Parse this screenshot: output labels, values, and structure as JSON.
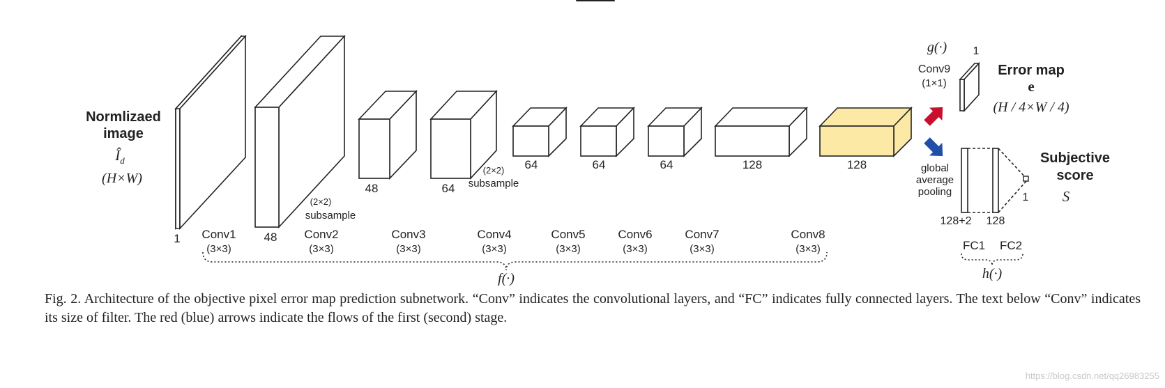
{
  "input": {
    "title_line1": "Normlizaed",
    "title_line2": "image",
    "symbol": "Î",
    "symbol_sub": "d",
    "size": "(H×W)",
    "depth": "1"
  },
  "layers": [
    {
      "id": "conv1",
      "name": "Conv1",
      "filter": "(3×3)",
      "depth": ""
    },
    {
      "id": "conv2",
      "name": "Conv2",
      "filter": "(3×3)",
      "depth": "48",
      "note_size": "(2×2)",
      "note_text": "subsample"
    },
    {
      "id": "conv3",
      "name": "Conv3",
      "filter": "(3×3)",
      "depth": "48"
    },
    {
      "id": "conv4",
      "name": "Conv4",
      "filter": "(3×3)",
      "depth": "64",
      "note_size": "(2×2)",
      "note_text": "subsample"
    },
    {
      "id": "conv5",
      "name": "Conv5",
      "filter": "(3×3)",
      "depth": "64"
    },
    {
      "id": "conv6",
      "name": "Conv6",
      "filter": "(3×3)",
      "depth": "64"
    },
    {
      "id": "conv7",
      "name": "Conv7",
      "filter": "(3×3)",
      "depth": "64"
    },
    {
      "id": "conv8",
      "name": "Conv8",
      "filter": "(3×3)",
      "depth": "128"
    },
    {
      "id": "conv8_out",
      "depth": "128"
    }
  ],
  "f_func": "f(·)",
  "conv9": {
    "g_func": "g(·)",
    "name": "Conv9",
    "filter": "(1×1)",
    "depth": "1"
  },
  "error_map": {
    "title": "Error map",
    "symbol": "e",
    "size": "(H / 4×W / 4)"
  },
  "pooling": {
    "line1": "global",
    "line2": "average",
    "line3": "pooling"
  },
  "fc": {
    "fc1_size": "128+2",
    "fc2_size": "128",
    "out_size": "1",
    "fc1_name": "FC1",
    "fc2_name": "FC2",
    "h_func": "h(·)"
  },
  "subjective": {
    "line1": "Subjective",
    "line2": "score",
    "symbol": "S"
  },
  "caption": {
    "text": "Fig. 2.   Architecture of the objective pixel error map prediction subnetwork. “Conv” indicates the convolutional layers, and “FC” indicates fully connected layers. The text below “Conv” indicates its size of filter. The red (blue) arrows indicate the flows of the first (second) stage."
  },
  "watermark": "https://blog.csdn.net/qq26983255",
  "colors": {
    "highlight": "#fce9a6",
    "red_arrow": "#c8102e",
    "blue_arrow": "#1f4fa8",
    "stroke": "#222222"
  }
}
